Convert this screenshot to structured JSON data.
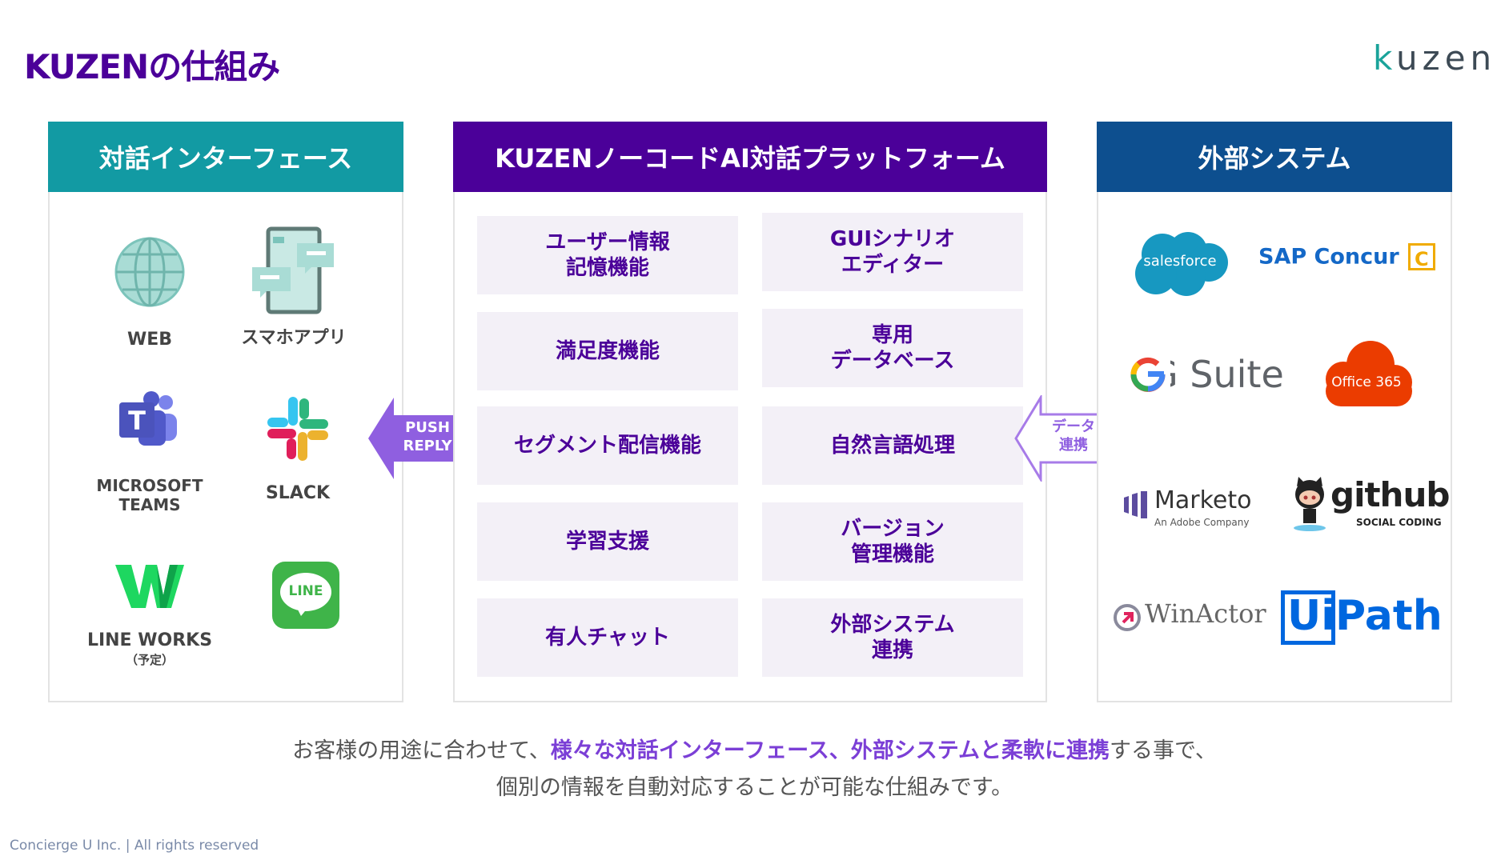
{
  "title": "KUZENの仕組み",
  "brand": "kuzen",
  "left_panel": {
    "header": "対話インターフェース",
    "items": [
      {
        "label": "WEB"
      },
      {
        "label": "スマホアプリ"
      },
      {
        "label": "MICROSOFT\nTEAMS"
      },
      {
        "label": "SLACK"
      },
      {
        "label": "LINE WORKS",
        "sub": "（予定）"
      },
      {
        "label": "LINE"
      }
    ]
  },
  "center_panel": {
    "header": "KUZENノーコードAI対話プラットフォーム",
    "cells": [
      "ユーザー情報\n記憶機能",
      "GUIシナリオ\nエディター",
      "満足度機能",
      "専用\nデータベース",
      "セグメント配信機能",
      "自然言語処理",
      "学習支援",
      "バージョン\n管理機能",
      "有人チャット",
      "外部システム\n連携"
    ]
  },
  "right_panel": {
    "header": "外部システム",
    "logos": [
      "salesforce",
      "SAP Concur",
      "G Suite",
      "Office 365",
      "Marketo",
      "An Adobe Company",
      "github",
      "SOCIAL CODING",
      "WinActor",
      "UiPath"
    ]
  },
  "arrows": {
    "left_line1": "PUSH",
    "left_line2": "REPLY",
    "right_line1": "データ",
    "right_line2": "連携"
  },
  "description": {
    "l1_a": "お客様の用途に合わせて、",
    "l1_b": "様々な対話インターフェース、外部システムと柔軟に連携",
    "l1_c": "する事で、",
    "l2": "個別の情報を自動対応することが可能な仕組みです。"
  },
  "footer": "Concierge U Inc. | All rights reserved",
  "colors": {
    "purple": "#4b0099",
    "teal": "#129aa3",
    "navy": "#0d4f8f",
    "highlight": "#7b3fd6",
    "cell_bg": "#f3f0f7"
  }
}
